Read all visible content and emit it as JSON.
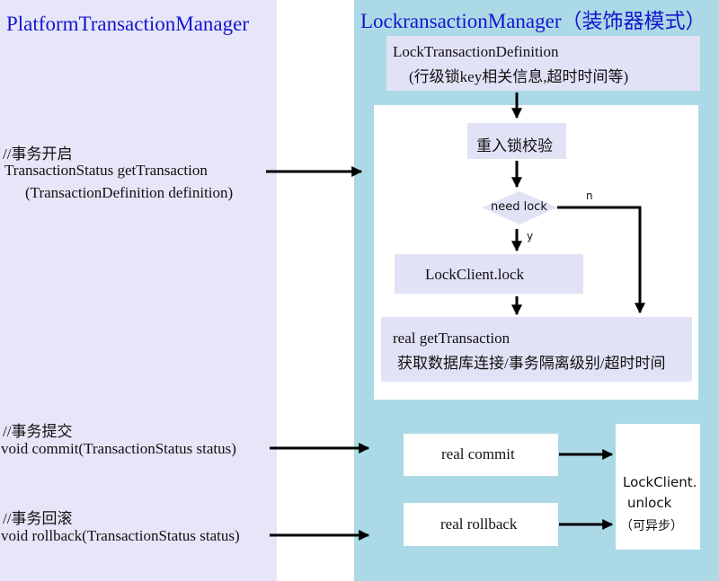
{
  "left": {
    "title": "PlatformTransactionManager",
    "begin_comment": "//事务开启",
    "begin_sig_line1": "TransactionStatus getTransaction",
    "begin_sig_line2": "(TransactionDefinition definition)",
    "commit_comment": "//事务提交",
    "commit_sig": "void commit(TransactionStatus status)",
    "rollback_comment": "//事务回滚",
    "rollback_sig": "void rollback(TransactionStatus status)"
  },
  "right": {
    "title": "LockransactionManager（装饰器模式）",
    "definition_line1": "LockTransactionDefinition",
    "definition_line2": "(行级锁key相关信息,超时时间等)",
    "reentrant_check": "重入锁校验",
    "decision": "need lock",
    "no_label": "n",
    "yes_label": "y",
    "lock": "LockClient.lock",
    "real_get_line1": "real getTransaction",
    "real_get_line2": "获取数据库连接/事务隔离级别/超时时间",
    "real_commit": "real commit",
    "real_rollback": "real rollback",
    "unlock_line1": "LockClient.",
    "unlock_line2": "unlock",
    "unlock_line3": "（可异步）"
  },
  "colors": {
    "left_bg": "#e6e6f8",
    "right_bg": "#acd9e6",
    "title": "#1515d0",
    "box": "#e2e2f7"
  }
}
